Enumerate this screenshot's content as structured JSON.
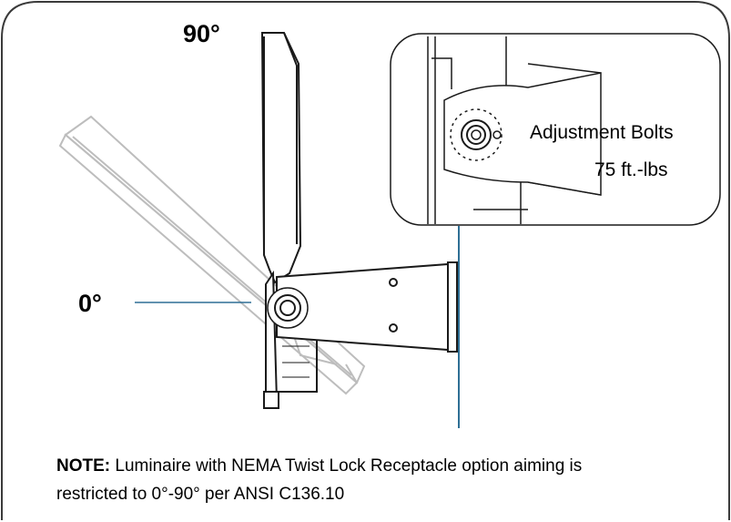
{
  "labels": {
    "angle_max": "90°",
    "angle_min": "0°",
    "bolts": "Adjustment Bolts",
    "torque": "75 ft.-lbs"
  },
  "note": {
    "prefix": "NOTE:",
    "line1": " Luminaire with NEMA Twist Lock Receptacle option aiming is",
    "line2": "restricted to 0°-90° per ANSI C136.10"
  },
  "colors": {
    "frame": "#3a3a3a",
    "callout_line": "#2e6f95",
    "outline": "#1a1a1a",
    "ghost": "#bdbdbd"
  }
}
